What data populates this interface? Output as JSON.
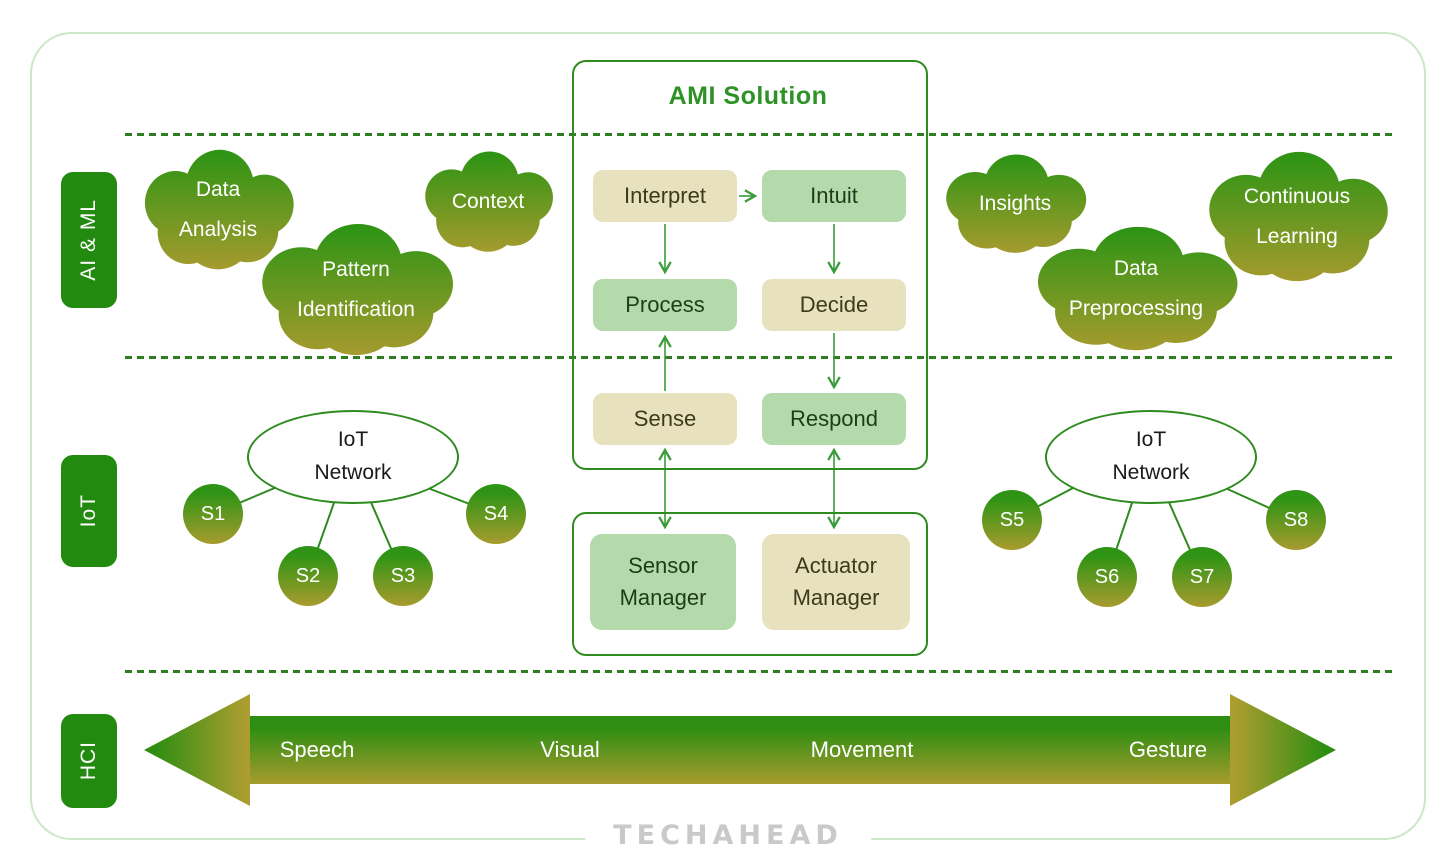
{
  "brand": {
    "logo": "TECHAHEAD"
  },
  "layers": [
    {
      "id": "ai-ml",
      "label": "AI & ML"
    },
    {
      "id": "iot",
      "label": "IoT"
    },
    {
      "id": "hci",
      "label": "HCI"
    }
  ],
  "ami_panel": {
    "title": "AMI Solution",
    "flow_boxes": [
      {
        "id": "interpret",
        "label": "Interpret",
        "style": "tan"
      },
      {
        "id": "intuit",
        "label": "Intuit",
        "style": "green"
      },
      {
        "id": "process",
        "label": "Process",
        "style": "green"
      },
      {
        "id": "decide",
        "label": "Decide",
        "style": "tan"
      },
      {
        "id": "sense",
        "label": "Sense",
        "style": "tan"
      },
      {
        "id": "respond",
        "label": "Respond",
        "style": "green"
      }
    ],
    "manager_boxes": [
      {
        "id": "sensor-manager",
        "label": "Sensor Manager",
        "style": "green"
      },
      {
        "id": "actuator-manager",
        "label": "Actuator Manager",
        "style": "tan"
      }
    ]
  },
  "clouds": [
    {
      "id": "data-analysis",
      "label": "Data Analysis"
    },
    {
      "id": "pattern-identification",
      "label": "Pattern Identification"
    },
    {
      "id": "context",
      "label": "Context"
    },
    {
      "id": "insights",
      "label": "Insights"
    },
    {
      "id": "data-preprocessing",
      "label": "Data Preprocessing"
    },
    {
      "id": "continuous-learning",
      "label": "Continuous Learning"
    }
  ],
  "iot_networks": [
    {
      "id": "left",
      "hub": "IoT Network",
      "sensors": [
        "S1",
        "S2",
        "S3",
        "S4"
      ]
    },
    {
      "id": "right",
      "hub": "IoT Network",
      "sensors": [
        "S5",
        "S6",
        "S7",
        "S8"
      ]
    }
  ],
  "hci_arrow": {
    "items": [
      "Speech",
      "Visual",
      "Movement",
      "Gesture"
    ]
  },
  "colors": {
    "label_green": "#228a0e",
    "border_green": "#2e8b1e",
    "title_green": "#2e9327",
    "dotted_green": "#2e7d20",
    "cloud_top": "#2f9415",
    "cloud_bottom": "#a89b2e",
    "box_tan": "#e7e2bd",
    "box_green": "#b4d9ab",
    "logo_gray": "#c9c9c9"
  }
}
